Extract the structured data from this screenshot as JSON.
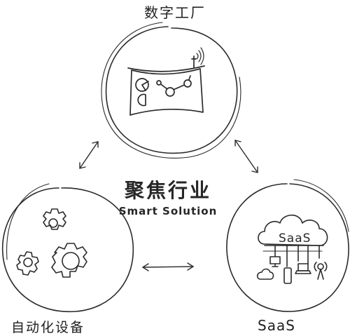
{
  "labels": {
    "top": "数字工厂",
    "left": "自动化设备",
    "right": "SaaS"
  },
  "center": {
    "title": "聚焦行业",
    "subtitle": "Smart Solution"
  },
  "cloud_text": "SaaS",
  "icons": [
    "factory-screen-icon",
    "gears-icon",
    "saas-cloud-icon",
    "bidirectional-arrow-icon"
  ]
}
